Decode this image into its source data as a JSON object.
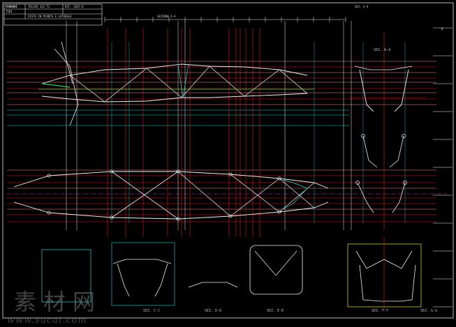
{
  "colors": {
    "background": "#000000",
    "frame": "#e8e8e8",
    "red_centerline": "#e01c1c",
    "cyan": "#3ad4d4",
    "yellow": "#e6e64a",
    "green": "#3ecf5a",
    "white": "#f0f0f0",
    "pink": "#f29aa4",
    "blue": "#6a86ff",
    "magenta": "#d44ad4"
  },
  "title_block": {
    "logo": "FERRARI",
    "lines": [
      "TELAIO 312 T2",
      "TUBI",
      "VISTA IN PIANTA E LATERALE",
      "RIF. 2025-D"
    ]
  },
  "header_notes": {
    "top_center": "SEZIONE A-A",
    "top_right": "SEZ. A-A",
    "side_mark": "B"
  },
  "section_labels": [
    "SEZ. A-A",
    "SEZ. C-C",
    "SEZ. D-D",
    "SEZ. E-E",
    "SEZ. F-F",
    "SEZ. G-G"
  ],
  "watermark": {
    "text": "素材网",
    "url": "www.sucai.com"
  }
}
